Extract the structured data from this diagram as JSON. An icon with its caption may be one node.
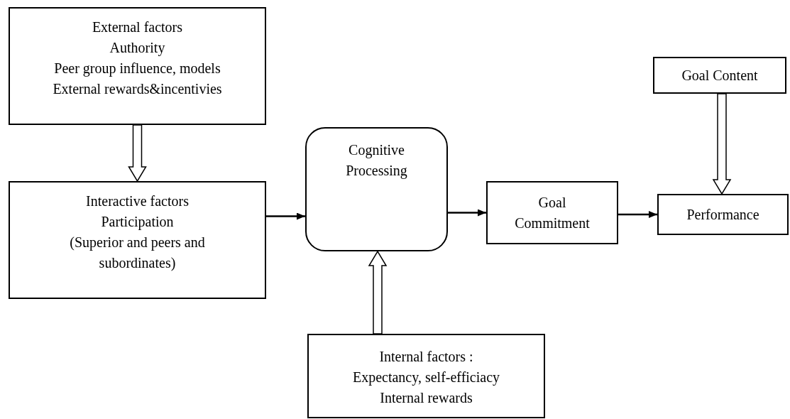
{
  "diagram": {
    "nodes": [
      {
        "text": [
          "External factors",
          "Authority",
          "Peer group influence, models",
          "External rewards&incentivies"
        ]
      },
      {
        "text": [
          "Goal Content"
        ]
      },
      {
        "text": [
          "Interactive factors",
          "Participation",
          "(Superior and peers and subordinates)"
        ]
      },
      {
        "text": [
          "Cognitive Processing"
        ]
      },
      {
        "text": [
          "Goal Commitment"
        ]
      },
      {
        "text": [
          "Performance"
        ]
      },
      {
        "text": [
          "Internal factors :",
          "Expectancy, self-efficiacy",
          "Internal rewards"
        ]
      }
    ],
    "edges": [
      {
        "from": 0,
        "to": 2,
        "arrow": "to",
        "style": "thick"
      },
      {
        "from": 2,
        "to": 3,
        "arrow": "to"
      },
      {
        "from": 6,
        "to": 3,
        "arrow": "to",
        "style": "thick"
      },
      {
        "from": 3,
        "to": 4,
        "arrow": "to"
      },
      {
        "from": 4,
        "to": 5,
        "arrow": "to"
      },
      {
        "from": 1,
        "to": 5,
        "arrow": "to",
        "style": "thick"
      }
    ]
  }
}
